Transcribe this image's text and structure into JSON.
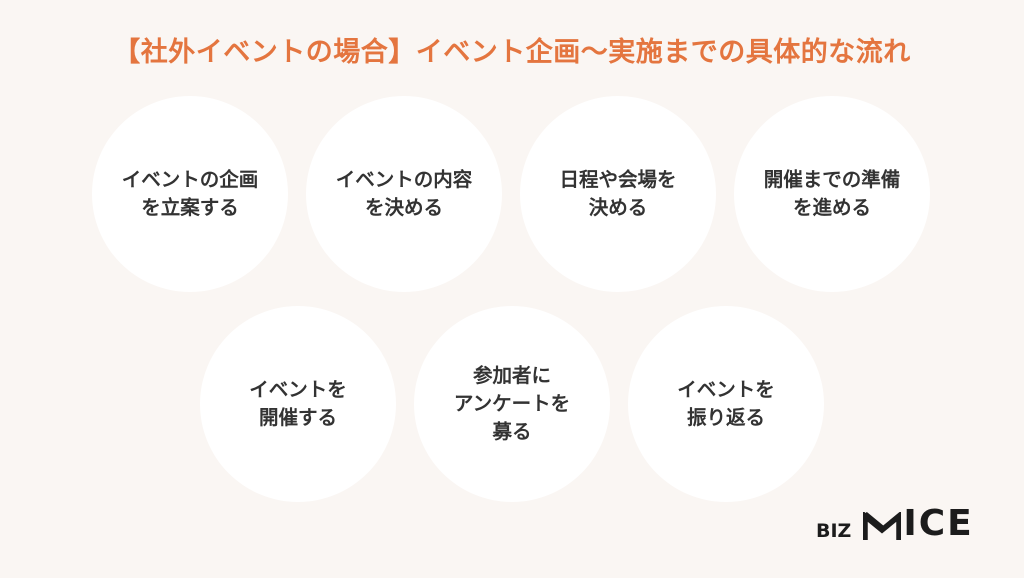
{
  "title": "【社外イベントの場合】イベント企画〜実施までの具体的な流れ",
  "steps": [
    {
      "label": "イベントの企画\nを立案する"
    },
    {
      "label": "イベントの内容\nを決める"
    },
    {
      "label": "日程や会場を\n決める"
    },
    {
      "label": "開催までの準備\nを進める"
    },
    {
      "label": "イベントを\n開催する"
    },
    {
      "label": "参加者に\nアンケートを\n募る"
    },
    {
      "label": "イベントを\n振り返る"
    }
  ],
  "logo": {
    "prefix": "BIZ",
    "name": "MICE",
    "name_rest": "ICE",
    "color": "#1c1c1c"
  },
  "colors": {
    "accent": "#e4753f",
    "background": "#faf6f3",
    "circle": "#ffffff",
    "text": "#333333"
  }
}
